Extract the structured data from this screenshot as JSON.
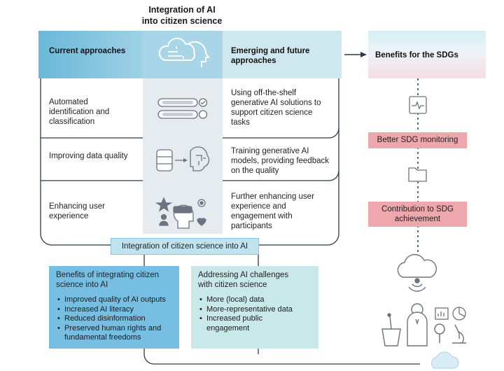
{
  "header": {
    "title": "Integration of AI into citizen science"
  },
  "columns": {
    "current": "Current approaches",
    "emerging": "Emerging and future approaches"
  },
  "rows": [
    {
      "current": "Automated identification and classification",
      "emerging": "Using off-the-shelf generative AI solutions to support citizen science tasks"
    },
    {
      "current": "Improving data quality",
      "emerging": "Training generative AI models, providing feedback on the quality"
    },
    {
      "current": "Enhancing user experience",
      "emerging": "Further enhancing user experience and engagement with participants"
    }
  ],
  "sdg": {
    "title": "Benefits for the SDGs",
    "monitoring": "Better SDG monitoring",
    "achievement": "Contribution to SDG achievement"
  },
  "integration_bar": "Integration of citizen science into AI",
  "benefits": {
    "title": "Benefits of integrating citizen science into AI",
    "items": [
      "Improved quality of AI outputs",
      "Increased AI literacy",
      "Reduced disinformation",
      "Preserved human rights and fundamental freedoms"
    ]
  },
  "challenges": {
    "title": "Addressing AI challenges with citizen science",
    "items": [
      "More (local) data",
      "More-representative data",
      "Increased public engagement"
    ]
  },
  "icons": {
    "header": "cloud-head-icon",
    "row1": "toggle-list-icon",
    "row2": "database-brain-icon",
    "row3": "vr-user-icon",
    "sdg1": "monitor-pulse-icon",
    "sdg2": "folder-icon",
    "presenter": "presenter-icon"
  },
  "colors": {
    "accent_blue": "#6ab8d8",
    "light_blue": "#cfe8f0",
    "pink": "#eda7ad",
    "line": "#2b3a4a"
  }
}
